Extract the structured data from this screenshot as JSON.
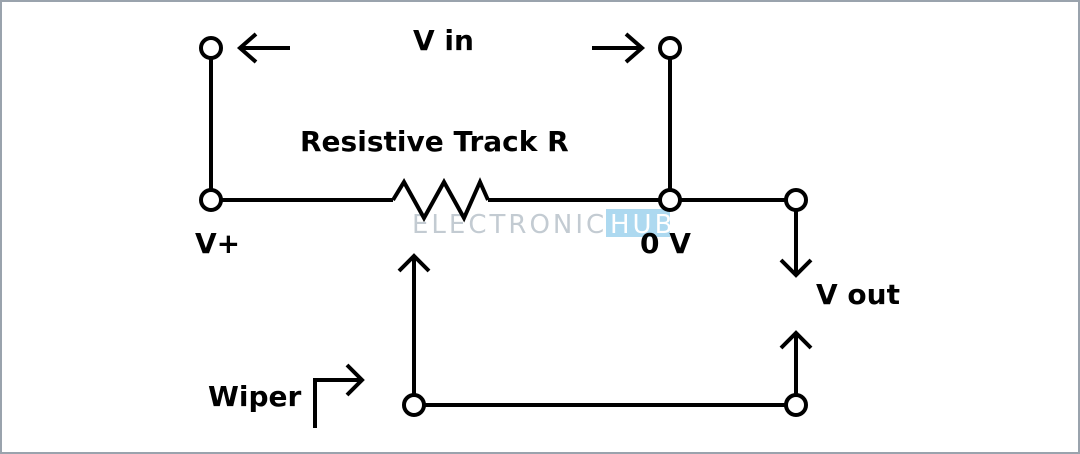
{
  "labels": {
    "v_in": "V in",
    "resistive_track": "Resistive Track R",
    "v_plus": "V+",
    "zero_v": "0 V",
    "v_out": "V out",
    "wiper": "Wiper"
  },
  "watermark": {
    "text_left": "ELECTRONICS",
    "text_right": "HUB",
    "color_text": "#b9c3cb",
    "color_badge": "#9fd3ee"
  },
  "colors": {
    "border": "#9aa3ad",
    "line": "#000000",
    "background": "#ffffff"
  }
}
